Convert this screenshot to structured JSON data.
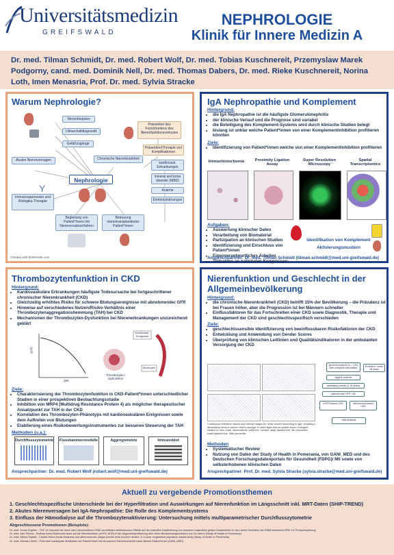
{
  "header": {
    "logo_word": "Universitätsmedizin",
    "logo_city": "GREIFSWALD",
    "title_line1": "NEPHROLOGIE",
    "title_line2": "Klinik für Innere Medizin A",
    "authors": "Dr. med. Tilman Schmidt, Dr. med. Robert Wolf, Dr. med. Tobias Kuschnereit, Przemyslaw Marek Podgorny, cand. med. Dominik Nell, Dr. med. Thomas Dabers, Dr. med. Rieke Kuschnereit, Norina Loth, Imen Menasria, Prof. Dr. med. Sylvia Stracke"
  },
  "warum": {
    "title": "Warum Nephrologie?",
    "center": "Nephrologie",
    "nodes": [
      "Nierenbiopsien",
      "Ultraschalldiagnostik",
      "Gefäßzugänge",
      "Akutes Nierenversagen",
      "Chronische Nierenkrankheit",
      "Immunsuppression und Biologika-Therapie",
      "Begleitung von Patient*innen mit Nierenersatzverfahren",
      "Betreuung nierentransplantierter Patient*innen"
    ],
    "right_nodes": [
      "Prävention des Fortschreitens des Nierenfunktionsverlustes",
      "Prävention/Therapie von Komplikationen",
      "kardiovask. Erkrankungen",
      "mineral and bone disorder (MBD)",
      "Anämie",
      "Elektrolytstörungen"
    ],
    "credit": "Created with BioRender.com"
  },
  "iga": {
    "title": "IgA Nephropathie und Komplement",
    "hintergrund_label": "Hintergrund:",
    "hintergrund": [
      "die IgA Nephropathie ist die häufigste Glomerulonephritis",
      "der klinische Verlauf und die Prognose sind variabel",
      "die Beteiligung des Komplement-Systems wird durch klinische Studien belegt",
      "bislang ist unklar welche Patient*innen von einer Komplementinhibition profitieren könnten"
    ],
    "ziele_label": "Ziele:",
    "ziele": [
      "Identifizierung von Patient*innen welche von einer Komplementinhibition profitieren"
    ],
    "images": [
      "Immunhistochemie",
      "Proximity Ligation Assay",
      "Super Resolution Microscopy",
      "Spatial Transcriptomics"
    ],
    "aufgaben_label": "Aufgaben:",
    "aufgaben": [
      "Auswertung klinischer Daten",
      "Verarbeitung von Biomaterial",
      "Partizipation an klinischen Studien",
      "Identifizierung und Einschluss von Patient*innen",
      "Eigenverantwortliches Arbeiten",
      "Teilnahme an nationalen Kongressen"
    ],
    "ident_line1": "Identifikation von Komplement",
    "ident_line2": "Aktivierungsmustern",
    "ansprech": "Ansprechpartner: Dr. med. Tilman Schmidt (tilman.schmidt@med.uni-greifswald.de)"
  },
  "thrombo": {
    "title": "Thrombozytenfunktion in CKD",
    "hintergrund_label": "Hintergrund:",
    "hintergrund": [
      "Kardiovaskuläre Erkrankungen häufigste Todesursache bei fortgeschrittener chronischer Nierenkrankheit (CKD)",
      "Gleichzeitig erhöhtes Risiko für schwere Blutungsereignisse mit abnehmender GFR",
      "Hinweise auf verschiedenes Nutzen/Risiko-Verhältnis einer Thrombozytenaggregationshemmung (TAH) bei CKD",
      "Mechanismen der Thrombozyten-Dysfunktion bei Nierenerkrankungen unzureichend geklärt"
    ],
    "fig_labels": [
      "GFR",
      "Zeit",
      "Thrombozyten-Dysfunktion",
      "Kardiovask. Ereignisse",
      "Blutungen"
    ],
    "ziele_label": "Ziele:",
    "ziele": [
      "Charakterisierung der Thrombozytenfunktion in CKD-Patient*innen unterschiedlicher Stadien in einer prospektiven Beobachtungsstudie",
      "Inhibition von MRP4 (Multidrug Resistance Protein 4) als möglicher therapeutischer Ansatzpunkt zur TAH in der CKD",
      "Korrelation des Thrombozyten-Phänotyps mit kardiovaskulären Ereignissen sowie dem Auftreten von Blutungen",
      "Etablierung eines Risikobewertungsinstrumentes zur besseren Steuerung der TAH"
    ],
    "methoden_label": "Methoden (u.a.):",
    "methoden": [
      "Durchflusszytometrie",
      "Flusskammermodelle",
      "Aggregometrie",
      "Immunoblot"
    ],
    "ansprech": "Ansprechpartner: Dr. med. Robert Wolf (robert.wolf@med.uni-greifswald.de)"
  },
  "geschlecht": {
    "title": "Nierenfunktion und Geschlecht in der Allgemeinbevölkerung",
    "hintergrund_label": "Hintergrund:",
    "hintergrund": [
      "die chronische Nierenkrankheit (CKD) betrifft 15% der Bevölkerung – die Prävalenz ist bei Frauen höher, aber die Progression ist bei Männern schneller",
      "Einflussfaktoren für das Fortschreiten einer CKD sowie Diagnostik, Therapie und Management der CKD sind geschlechtsspezifisch verschieden"
    ],
    "ziele_label": "Ziele:",
    "ziele": [
      "geschlechtssensible Identifizierung von beeinflussbaren Risikofaktoren der CKD",
      "Entwicklung und Anwendung von Gender Scores",
      "Überprüfung von klinischen Leitlinien und Qualitätsindikatoren in der ambulanten Versorgung der CKD"
    ],
    "fig_caption": "Continuous reference values and normal ranges for renal volume according to age, showing a decreasing trend in women that is stronger in older ages and an upside-down U-shaped relation in men. Dots, observations; solid line, median; large-dashed line, 5th percentile; small-dashed line, 95th percentile.",
    "flow_boxes": [
      "general practices (n = 130) with complete information",
      "eligible patients",
      "ambulatory adults (≥ 18 years)",
      "patients with GFR <60",
      "eGFR-based CKD",
      "albuminuria-based CKD",
      "data analysis",
      "Exclusion: under 18 years"
    ],
    "methoden_label": "Methoden",
    "methoden": [
      "Systematischer Review",
      "Nutzung von Daten der Study of Health in Pomerania, von GANI_MED und des Deutschen Forschungsdatenportals für Gesundheit (FDPG)/ MII sowie von selbsterhobenen klinischen Daten"
    ],
    "ansprech": "Ansprechpartner: Prof. Dr. med. Sylvia Stracke (sylvia.stracke@med.uni-greifswald.de)"
  },
  "bottom": {
    "title": "Aktuell zu vergebende Promotionsthemen",
    "items": [
      "1. Geschlechtsspezifische Unterschiede bei der Hyperfiltration und Auswirkungen auf Nierenfunktion im Längsschnitt inkl. MRT-Daten (SHIP-TREND)",
      "2. Akutes Nierenversagen bei IgA-Nephropathie: Die Rolle des Komplementsystems",
      "3. Einfluss der Hämodialyse auf die Thrombozytenaktivierung: Untersuchung mittels multiparametrischer Durchflusszytometrie"
    ],
    "abgeschlossen_label": "Abgeschlossene Promotionen (Beispiele):",
    "abgeschlossen": [
      "Dr. med. Jonas Engeller - TGF-ß1 induziert die durch das Calciminetikum R568 vermittelten inhibitorischen Effekte auf die vaskuläre Kalzifizierung von humanen vaskulären glatten Muskelzellen in vitro durch Reduktion der R568 induzierten ERK 1/2 Phosphorylierung",
      "Dr. med. Alex Pennie - Einfluss eines Bluthochdruckes auf die Nierenfunktion (eGFR, ACR) in der Allgemeinbevölkerung über einen Beobachtungszeitraum von 15 Jahren (Study of Health in Pomerania)",
      "Dr. med. Miriam Eigeldt - Carotid intima media thickness and atherosclerotic plaque predict renal function decline. A 14-year longitudinal population-based study (Study of Health in Pomerania)",
      "Dr. med. Nikolas Lüthke - Potenziell inadäquate Medikation bei Patient*innen mit chronischer Nierenkrankheit sowie älteren Patient*innen (GANI_MED)"
    ]
  },
  "colors": {
    "accent": "#1f4f9c",
    "salmon": "#f5ddd0",
    "panel_border_orange": "#e8a478",
    "panel_border_blue": "#1f3f8a"
  }
}
